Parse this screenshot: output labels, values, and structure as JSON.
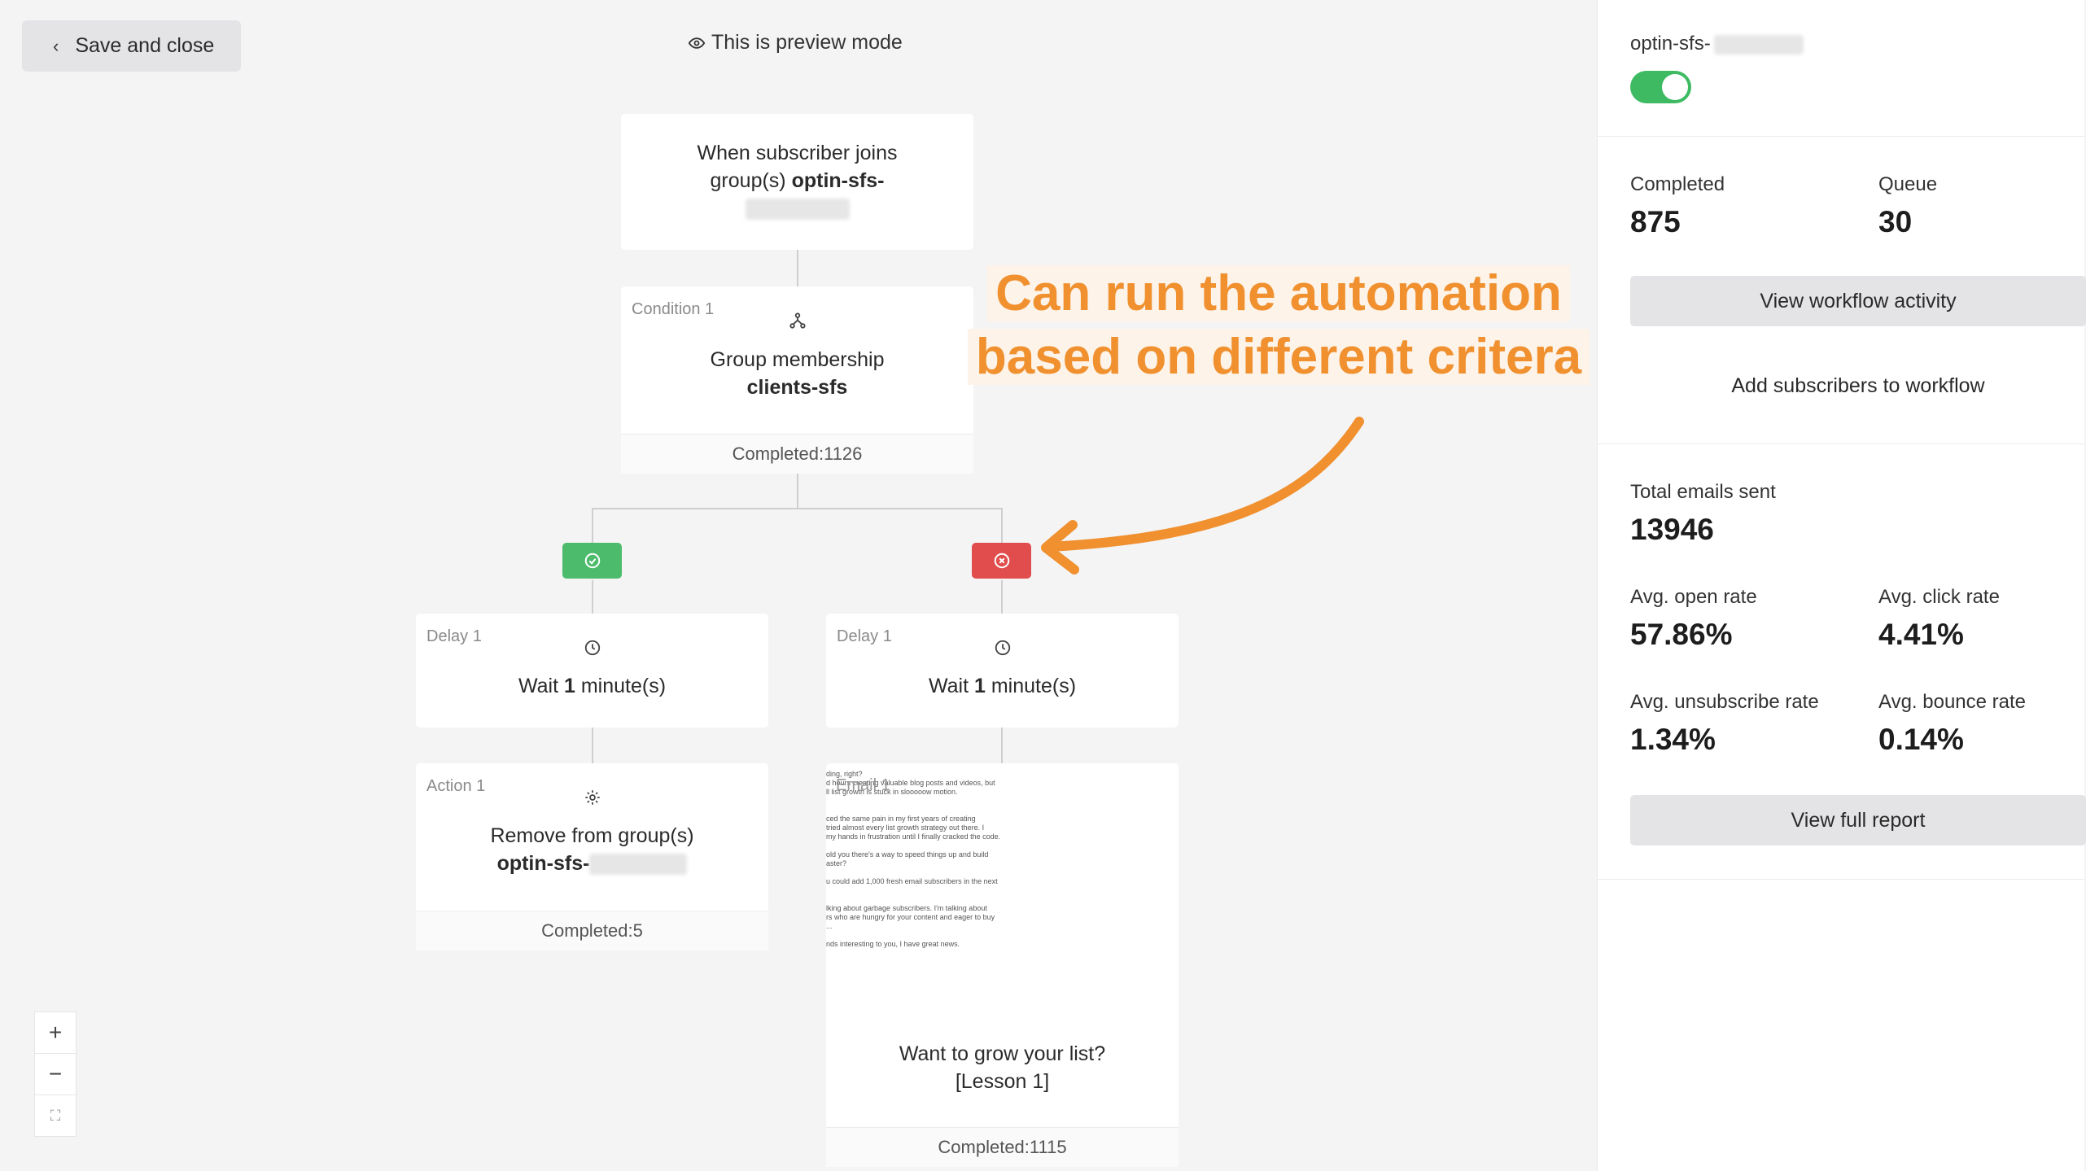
{
  "toolbar": {
    "save_label": "Save and close",
    "preview_label": "This is preview mode"
  },
  "trigger": {
    "line1": "When subscriber joins",
    "line2_prefix": "group(s) ",
    "line2_bold": "optin-sfs-"
  },
  "condition": {
    "tag": "Condition 1",
    "title": "Group membership",
    "group": "clients-sfs",
    "completed": "Completed:1126"
  },
  "branch_yes": {
    "delay": {
      "tag": "Delay 1",
      "text_pre": "Wait ",
      "text_bold": "1",
      "text_post": " minute(s)"
    },
    "action": {
      "tag": "Action 1",
      "title": "Remove from group(s)",
      "group": "optin-sfs-",
      "completed": "Completed:5"
    }
  },
  "branch_no": {
    "delay": {
      "tag": "Delay 1",
      "text_pre": "Wait ",
      "text_bold": "1",
      "text_post": " minute(s)"
    },
    "email": {
      "tag": "Email 1",
      "preview_lines": [
        "ding, right?",
        "d hours creating valuable blog posts and videos, but",
        "ll list growth is stuck in slooooow motion.",
        "",
        "",
        "ced the same pain in my first years of creating",
        " tried almost every list growth strategy out there. I",
        " my hands in frustration until I finally cracked the code.",
        "",
        "old you there's a way to speed things up and build",
        "aster?",
        "",
        "u could add 1,000 fresh email subscribers in the next",
        "",
        "",
        "lking about garbage subscribers. I'm talking about",
        "rs who are hungry for your content and eager to buy",
        "...",
        "",
        "nds interesting to you, I have great news."
      ],
      "title_line1": "Want to grow your list?",
      "title_line2": "[Lesson 1]",
      "completed": "Completed:1115"
    }
  },
  "zoom": {
    "in": "+",
    "out": "−",
    "fit": "⛶"
  },
  "annotation": {
    "line1": "Can run the automation",
    "line2": "based on different critera"
  },
  "panel": {
    "workflow_name": "optin-sfs-",
    "enabled": true,
    "completed_label": "Completed",
    "completed_value": "875",
    "queue_label": "Queue",
    "queue_value": "30",
    "view_activity": "View workflow activity",
    "add_subscribers": "Add subscribers to workflow",
    "total_sent_label": "Total emails sent",
    "total_sent_value": "13946",
    "open_label": "Avg. open rate",
    "open_value": "57.86%",
    "click_label": "Avg. click rate",
    "click_value": "4.41%",
    "unsub_label": "Avg. unsubscribe rate",
    "unsub_value": "1.34%",
    "bounce_label": "Avg. bounce rate",
    "bounce_value": "0.14%",
    "view_report": "View full report"
  },
  "colors": {
    "accent_green": "#4cbb6c",
    "danger_red": "#e14c4c",
    "annotation_orange": "#f0902f",
    "toggle_on": "#3dba62"
  },
  "icons": [
    "chevron-left-icon",
    "eye-icon",
    "branch-icon",
    "check-circle-icon",
    "x-circle-icon",
    "clock-icon",
    "gear-icon",
    "fit-screen-icon"
  ]
}
